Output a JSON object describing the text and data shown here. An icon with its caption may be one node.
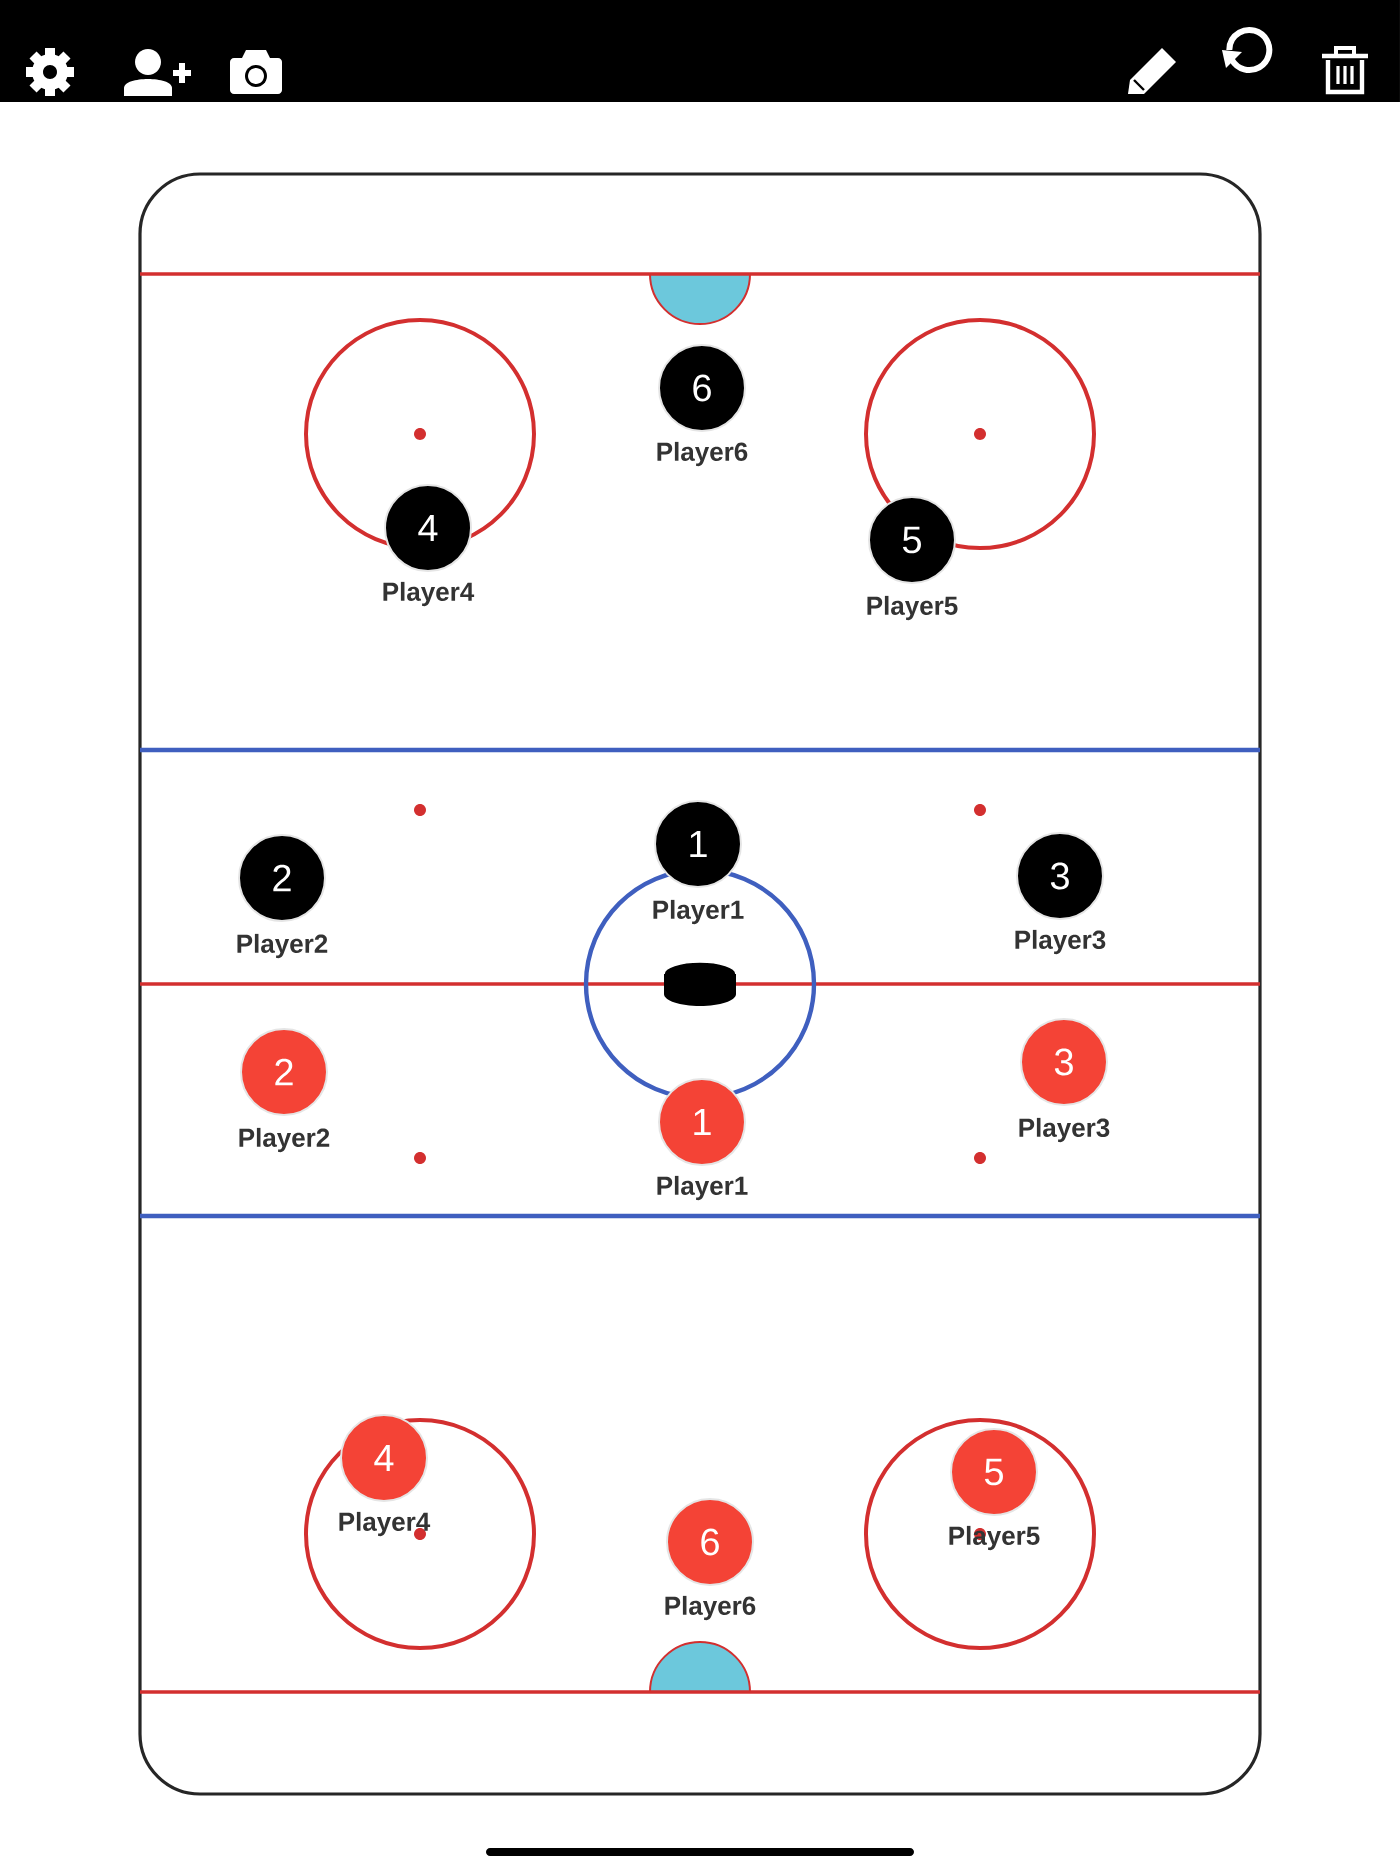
{
  "diagram": {
    "nodes": [
      {
        "text": [
          "6"
        ],
        "beside": [
          "Player6"
        ]
      },
      {
        "text": [
          "4"
        ],
        "beside": [
          "Player4"
        ]
      },
      {
        "text": [
          "5"
        ],
        "beside": [
          "Player5"
        ]
      },
      {
        "text": [
          "1"
        ],
        "beside": [
          "Player1"
        ]
      },
      {
        "text": [
          "3"
        ],
        "beside": [
          "Player3"
        ]
      },
      {
        "text": [
          "2"
        ],
        "beside": [
          "Player2"
        ]
      },
      {
        "text": [
          "3"
        ],
        "beside": [
          "Player3"
        ]
      },
      {
        "text": [
          "2"
        ],
        "beside": [
          "Player2"
        ]
      },
      {
        "text": [
          "1"
        ],
        "beside": [
          "Player1"
        ]
      },
      {
        "text": [
          "4"
        ],
        "beside": [
          "Player4"
        ]
      },
      {
        "text": [
          "5"
        ],
        "beside": [
          "Player5"
        ]
      },
      {
        "text": [
          "6"
        ],
        "beside": [
          "Player6"
        ]
      }
    ]
  }
}
